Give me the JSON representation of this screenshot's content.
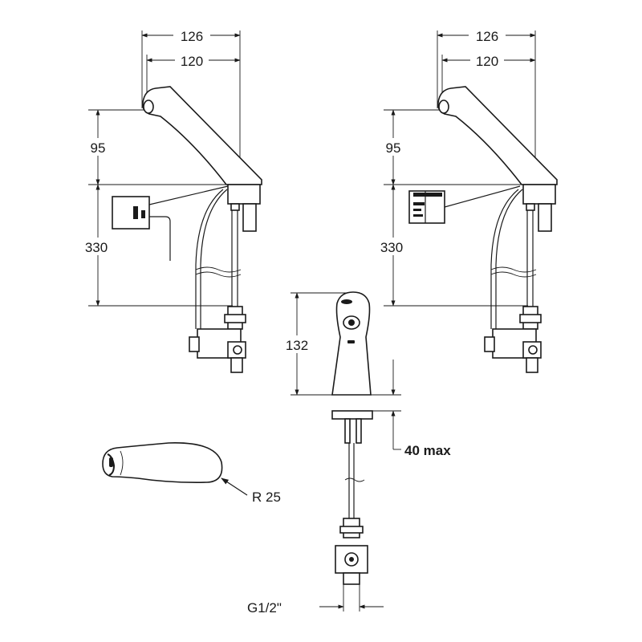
{
  "dimensions": {
    "left_width_outer": "126",
    "left_width_inner": "120",
    "left_height_spout": "95",
    "left_height_pipe": "330",
    "right_width_outer": "126",
    "right_width_inner": "120",
    "right_height_spout": "95",
    "right_height_pipe": "330",
    "front_height": "132",
    "counter_thickness": "40 max",
    "spout_radius": "R  25",
    "thread": "G1/2\""
  },
  "colors": {
    "line": "#1a1a1a",
    "background": "#ffffff"
  }
}
